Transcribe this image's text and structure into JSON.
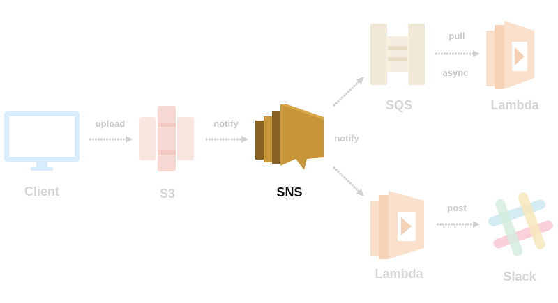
{
  "nodes": {
    "client": {
      "label": "Client",
      "icon": "monitor-icon"
    },
    "s3": {
      "label": "S3",
      "icon": "s3-bucket-icon"
    },
    "sns": {
      "label": "SNS",
      "icon": "sns-icon"
    },
    "sqs": {
      "label": "SQS",
      "icon": "sqs-queue-icon"
    },
    "lambda_top": {
      "label": "Lambda",
      "icon": "lambda-icon"
    },
    "lambda_bottom": {
      "label": "Lambda",
      "icon": "lambda-icon"
    },
    "slack": {
      "label": "Slack",
      "icon": "slack-icon"
    }
  },
  "edges": {
    "upload": "upload",
    "notify_s3_sns": "notify",
    "notify_sns": "notify",
    "pull": "pull",
    "async": "async",
    "post": "post"
  },
  "colors": {
    "faded_label": "#d6d6d6",
    "active_label": "#111111",
    "edge": "#d0d0d0",
    "sns_gold": "#c9953a",
    "sns_dark": "#8a6322",
    "sns_light": "#d9a84a",
    "s3_faded": "#f6d9d2",
    "sqs_faded": "#efe8d6",
    "lambda_faded": "#f8e0cc",
    "client_faded": "#d8ecfb",
    "slack_blue": "#cfe9f0",
    "slack_green": "#d3ebdd",
    "slack_yellow": "#f6e6bd",
    "slack_pink": "#f6cbd6"
  }
}
